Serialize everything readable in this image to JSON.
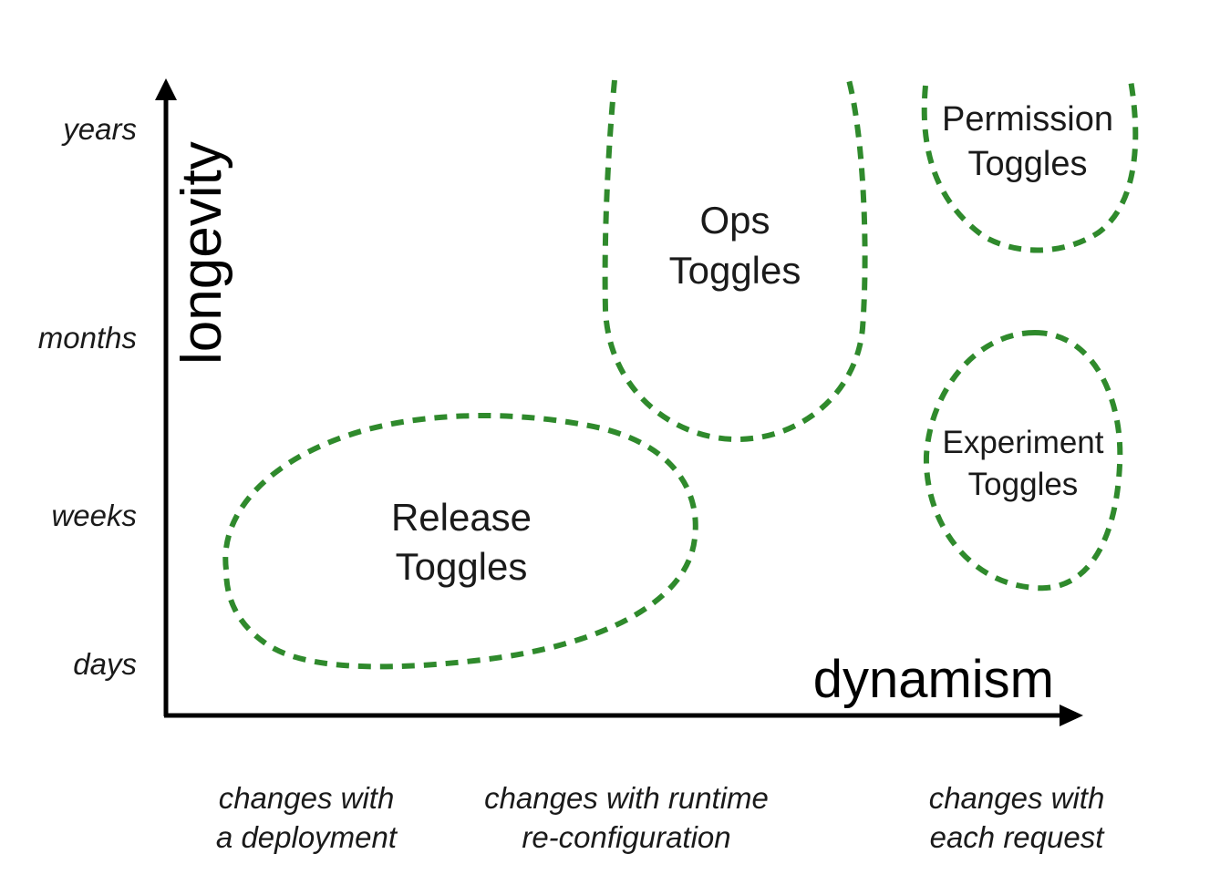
{
  "axes": {
    "x_title": "dynamism",
    "y_title": "longevity"
  },
  "y_ticks": [
    "years",
    "months",
    "weeks",
    "days"
  ],
  "x_categories": [
    {
      "line1": "changes with",
      "line2": "a deployment"
    },
    {
      "line1": "changes with runtime",
      "line2": "re-configuration"
    },
    {
      "line1": "changes with",
      "line2": "each request"
    }
  ],
  "regions": {
    "release": {
      "line1": "Release",
      "line2": "Toggles"
    },
    "ops": {
      "line1": "Ops",
      "line2": "Toggles"
    },
    "permission": {
      "line1": "Permission",
      "line2": "Toggles"
    },
    "experiment": {
      "line1": "Experiment",
      "line2": "Toggles"
    }
  },
  "colors": {
    "region_outline": "#2f8a2c",
    "axis": "#000000"
  }
}
